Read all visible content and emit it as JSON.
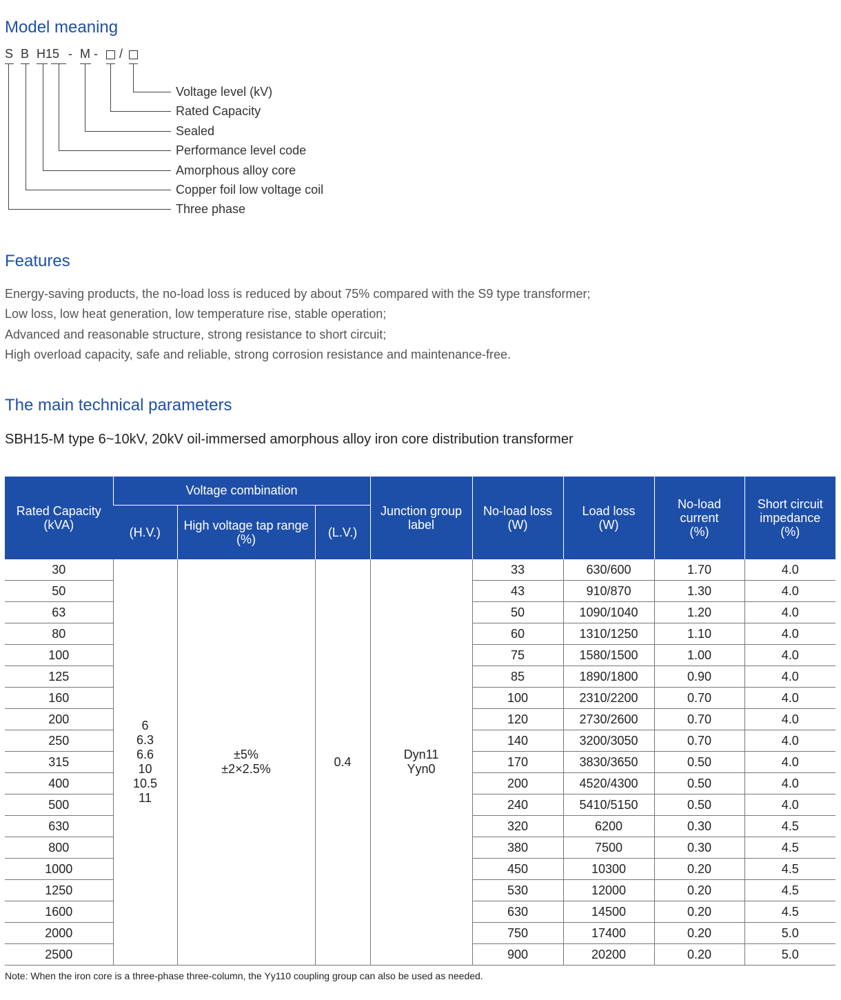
{
  "model_meaning": {
    "title": "Model meaning",
    "code": {
      "s": "S",
      "b": "B",
      "h15": "H15",
      "dash1": "-",
      "m": "M",
      "dash2": "-",
      "slash": "/"
    },
    "labels": [
      "Voltage level (kV)",
      "Rated Capacity",
      "Sealed",
      "Performance level code",
      "Amorphous alloy core",
      "Copper foil low voltage coil",
      "Three phase"
    ]
  },
  "features": {
    "title": "Features",
    "items": [
      "Energy-saving products, the no-load loss is reduced by about 75% compared with the S9 type transformer;",
      "Low loss, low heat generation, low temperature rise, stable operation;",
      "Advanced and reasonable structure, strong resistance to short circuit;",
      "High overload capacity, safe and reliable, strong corrosion resistance and maintenance-free."
    ]
  },
  "parameters": {
    "title": "The main technical parameters",
    "subtitle": "SBH15-M type 6~10kV, 20kV oil-immersed amorphous alloy iron core distribution transformer",
    "headers": {
      "rated_capacity": [
        "Rated Capacity",
        "(kVA)"
      ],
      "voltage_combination": "Voltage combination",
      "hv": "(H.V.)",
      "tap_range": [
        "High voltage tap range",
        "(%)"
      ],
      "lv": "(L.V.)",
      "junction": [
        "Junction group",
        "label"
      ],
      "noload_loss": [
        "No-load loss",
        "(W)"
      ],
      "load_loss": [
        "Load loss",
        "(W)"
      ],
      "noload_current": [
        "No-load",
        "current",
        "(%)"
      ],
      "impedance": [
        "Short circuit",
        "impedance",
        "(%)"
      ]
    },
    "merged": {
      "hv": [
        "6",
        "6.3",
        "6.6",
        "10",
        "10.5",
        "11"
      ],
      "tap": [
        "±5%",
        "±2×2.5%"
      ],
      "lv": "0.4",
      "junction": [
        "Dyn11",
        "Yyn0"
      ]
    },
    "rows": [
      [
        "30",
        "33",
        "630/600",
        "1.70",
        "4.0"
      ],
      [
        "50",
        "43",
        "910/870",
        "1.30",
        "4.0"
      ],
      [
        "63",
        "50",
        "1090/1040",
        "1.20",
        "4.0"
      ],
      [
        "80",
        "60",
        "1310/1250",
        "1.10",
        "4.0"
      ],
      [
        "100",
        "75",
        "1580/1500",
        "1.00",
        "4.0"
      ],
      [
        "125",
        "85",
        "1890/1800",
        "0.90",
        "4.0"
      ],
      [
        "160",
        "100",
        "2310/2200",
        "0.70",
        "4.0"
      ],
      [
        "200",
        "120",
        "2730/2600",
        "0.70",
        "4.0"
      ],
      [
        "250",
        "140",
        "3200/3050",
        "0.70",
        "4.0"
      ],
      [
        "315",
        "170",
        "3830/3650",
        "0.50",
        "4.0"
      ],
      [
        "400",
        "200",
        "4520/4300",
        "0.50",
        "4.0"
      ],
      [
        "500",
        "240",
        "5410/5150",
        "0.50",
        "4.0"
      ],
      [
        "630",
        "320",
        "6200",
        "0.30",
        "4.5"
      ],
      [
        "800",
        "380",
        "7500",
        "0.30",
        "4.5"
      ],
      [
        "1000",
        "450",
        "10300",
        "0.20",
        "4.5"
      ],
      [
        "1250",
        "530",
        "12000",
        "0.20",
        "4.5"
      ],
      [
        "1600",
        "630",
        "14500",
        "0.20",
        "4.5"
      ],
      [
        "2000",
        "750",
        "17400",
        "0.20",
        "5.0"
      ],
      [
        "2500",
        "900",
        "20200",
        "0.20",
        "5.0"
      ]
    ],
    "note": "Note: When the iron core is a three-phase three-column, the Yy110 coupling group can also be used as needed."
  }
}
